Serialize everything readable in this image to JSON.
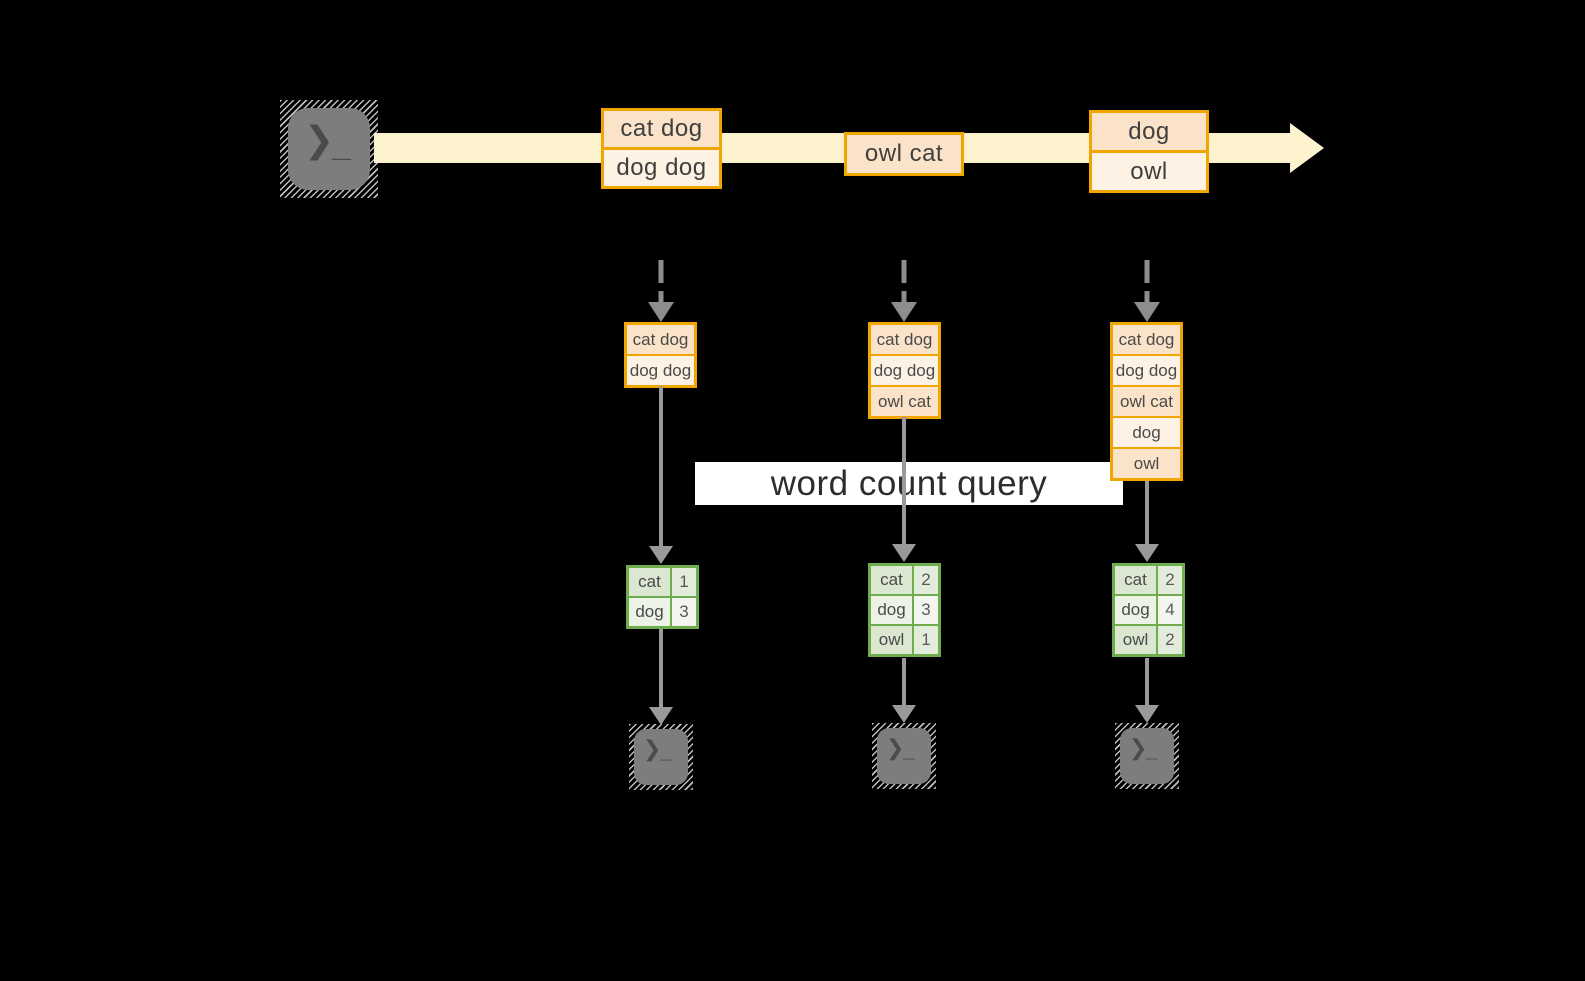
{
  "banner": {
    "label": "word count query"
  },
  "icons": {
    "source": "terminal-icon",
    "sink": "terminal-icon",
    "prompt_glyph": "❯",
    "cursor_glyph": "_"
  },
  "stream": {
    "events": [
      {
        "rows": [
          "cat dog",
          "dog dog"
        ]
      },
      {
        "rows": [
          "owl cat"
        ]
      },
      {
        "rows": [
          "dog",
          "owl"
        ]
      }
    ]
  },
  "pipelines": [
    {
      "buffer": [
        "cat dog",
        "dog dog"
      ],
      "counts": [
        {
          "word": "cat",
          "count": "1"
        },
        {
          "word": "dog",
          "count": "3"
        }
      ]
    },
    {
      "buffer": [
        "cat dog",
        "dog dog",
        "owl cat"
      ],
      "counts": [
        {
          "word": "cat",
          "count": "2"
        },
        {
          "word": "dog",
          "count": "3"
        },
        {
          "word": "owl",
          "count": "1"
        }
      ]
    },
    {
      "buffer": [
        "cat dog",
        "dog dog",
        "owl cat",
        "dog",
        "owl"
      ],
      "counts": [
        {
          "word": "cat",
          "count": "2"
        },
        {
          "word": "dog",
          "count": "4"
        },
        {
          "word": "owl",
          "count": "2"
        }
      ]
    }
  ],
  "colors": {
    "background": "#000000",
    "stream_band": "#FCF2CE",
    "event_border": "#F0A500",
    "event_fill_dark": "#FAE3C8",
    "event_fill_light": "#FDF2E4",
    "table_border": "#6FAC4D",
    "table_fill_dark": "#DBE7D1",
    "table_fill_light": "#ECF2E6",
    "arrow_gray": "#9a9a9a",
    "terminal_gray": "#7d7d7d",
    "banner_bg": "#ffffff"
  }
}
